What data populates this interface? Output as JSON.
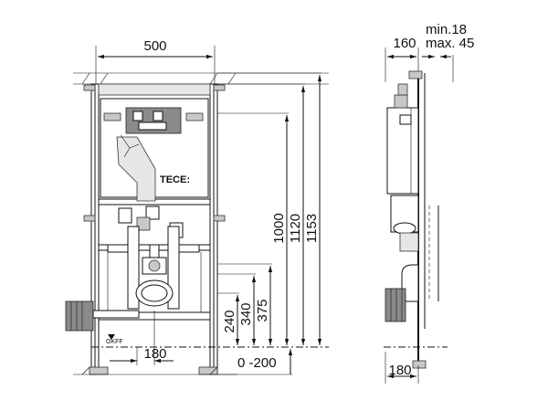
{
  "front_view": {
    "width_label": "500",
    "half_width_label": "180",
    "offset_label": "0 -200",
    "brand_label": "TECE:",
    "floor_label": "OKFF",
    "heights": [
      "240",
      "340",
      "375",
      "1000",
      "1120",
      "1153"
    ]
  },
  "side_view": {
    "depth_label": "160",
    "min_label": "min.18",
    "max_label": "max. 45",
    "bottom_label": "180"
  }
}
